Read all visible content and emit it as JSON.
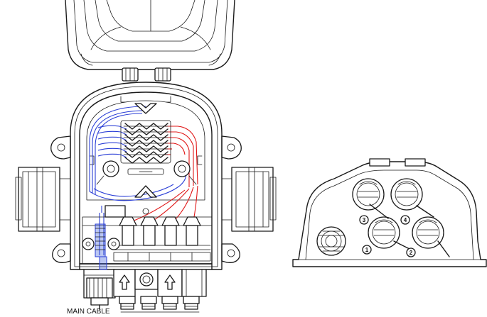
{
  "labels": {
    "main_cable": "MAIN CABLE"
  },
  "port_numbers": [
    "1",
    "2",
    "3",
    "4"
  ],
  "colors": {
    "outline": "#1a1a1a",
    "fiber_blue": "#2b3fd6",
    "fiber_red": "#e01818",
    "connector_blue": "#3a5bd9"
  }
}
